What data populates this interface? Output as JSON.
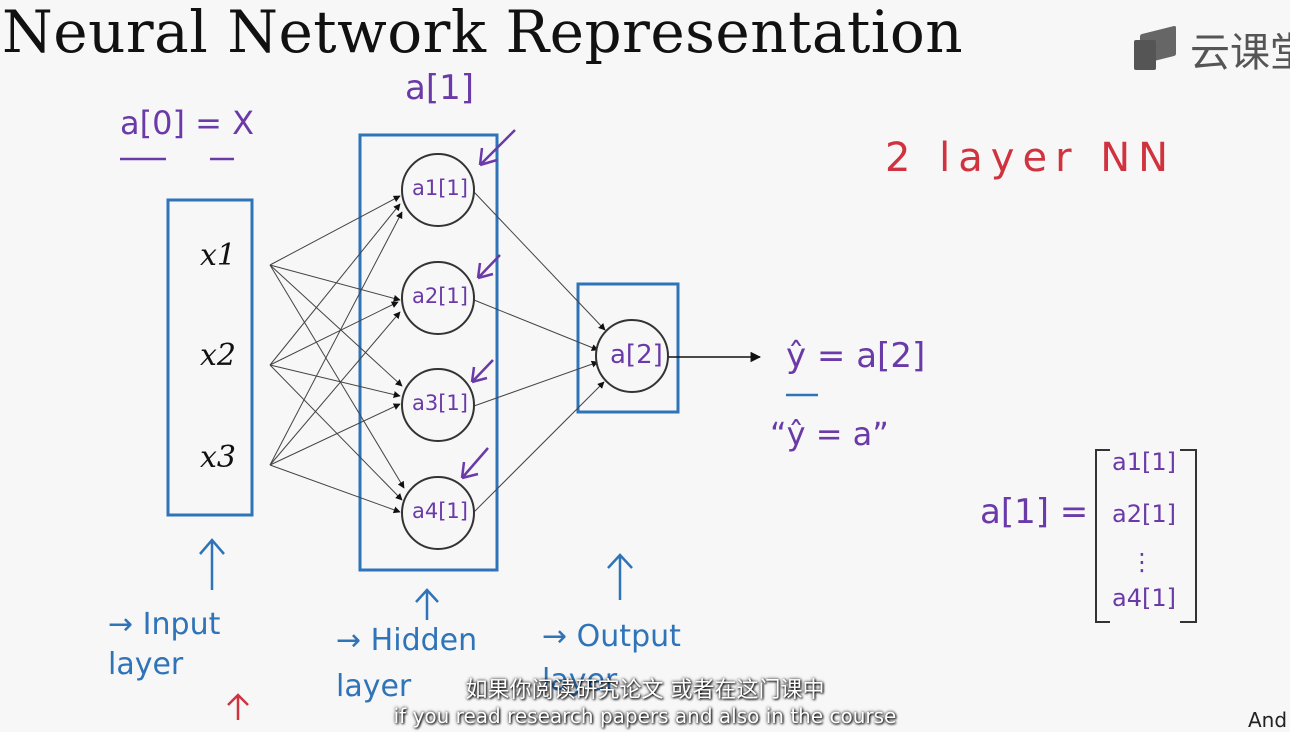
{
  "title": "Neural Network Representation",
  "logo": {
    "text": "云课堂",
    "icon": "book-logo-icon"
  },
  "annotations": {
    "a0_eq_x": "a[0] = X",
    "hidden_layer_act": "a[1]",
    "two_layer_nn": "2 layer NN",
    "yhat_eq": "ŷ = a[2]",
    "yhat_alt": "“ŷ = a”",
    "a1_vector_lhs": "a[1] ="
  },
  "inputs": [
    "x1",
    "x2",
    "x3"
  ],
  "hidden_nodes": [
    "a1[1]",
    "a2[1]",
    "a3[1]",
    "a4[1]"
  ],
  "output_node": "a[2]",
  "vector_entries": [
    "a1[1]",
    "a2[1]",
    "⋮",
    "a4[1]"
  ],
  "layer_labels": {
    "input": "→ Input layer",
    "hidden": "→ Hidden layer",
    "output": "→ Output layer"
  },
  "subtitles": {
    "chinese": "如果你阅读研究论文 或者在这门课中",
    "english": "if you read research papers and also in the course"
  },
  "corner_text": "And",
  "colors": {
    "purple": "#6a3aa8",
    "blue": "#2f73b8",
    "red": "#d0333f",
    "black": "#111111"
  }
}
